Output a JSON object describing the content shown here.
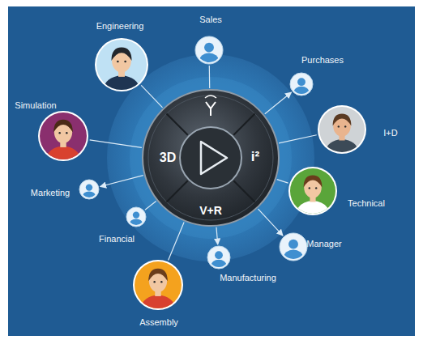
{
  "diagram": {
    "nodes": [
      {
        "text": [
          "3D",
          "i²",
          "V+R"
        ]
      },
      {
        "text": [
          "Sales"
        ]
      },
      {
        "text": [
          "Purchases"
        ]
      },
      {
        "text": [
          "I+D"
        ]
      },
      {
        "text": [
          "Technical"
        ]
      },
      {
        "text": [
          "Manager"
        ]
      },
      {
        "text": [
          "Manufacturing"
        ]
      },
      {
        "text": [
          "Assembly"
        ]
      },
      {
        "text": [
          "Financial"
        ]
      },
      {
        "text": [
          "Marketing"
        ]
      },
      {
        "text": [
          "Simulation"
        ]
      },
      {
        "text": [
          "Engineering"
        ]
      }
    ],
    "edges": [
      {
        "from": 0,
        "to": 1,
        "arrow": "none"
      },
      {
        "from": 0,
        "to": 2,
        "arrow": "to"
      },
      {
        "from": 0,
        "to": 3,
        "arrow": "none"
      },
      {
        "from": 0,
        "to": 4,
        "arrow": "none"
      },
      {
        "from": 0,
        "to": 5,
        "arrow": "to"
      },
      {
        "from": 0,
        "to": 6,
        "arrow": "to"
      },
      {
        "from": 0,
        "to": 7,
        "arrow": "none"
      },
      {
        "from": 0,
        "to": 8,
        "arrow": "none"
      },
      {
        "from": 0,
        "to": 9,
        "arrow": "to"
      },
      {
        "from": 0,
        "to": 10,
        "arrow": "none"
      },
      {
        "from": 0,
        "to": 11,
        "arrow": "none"
      }
    ]
  }
}
